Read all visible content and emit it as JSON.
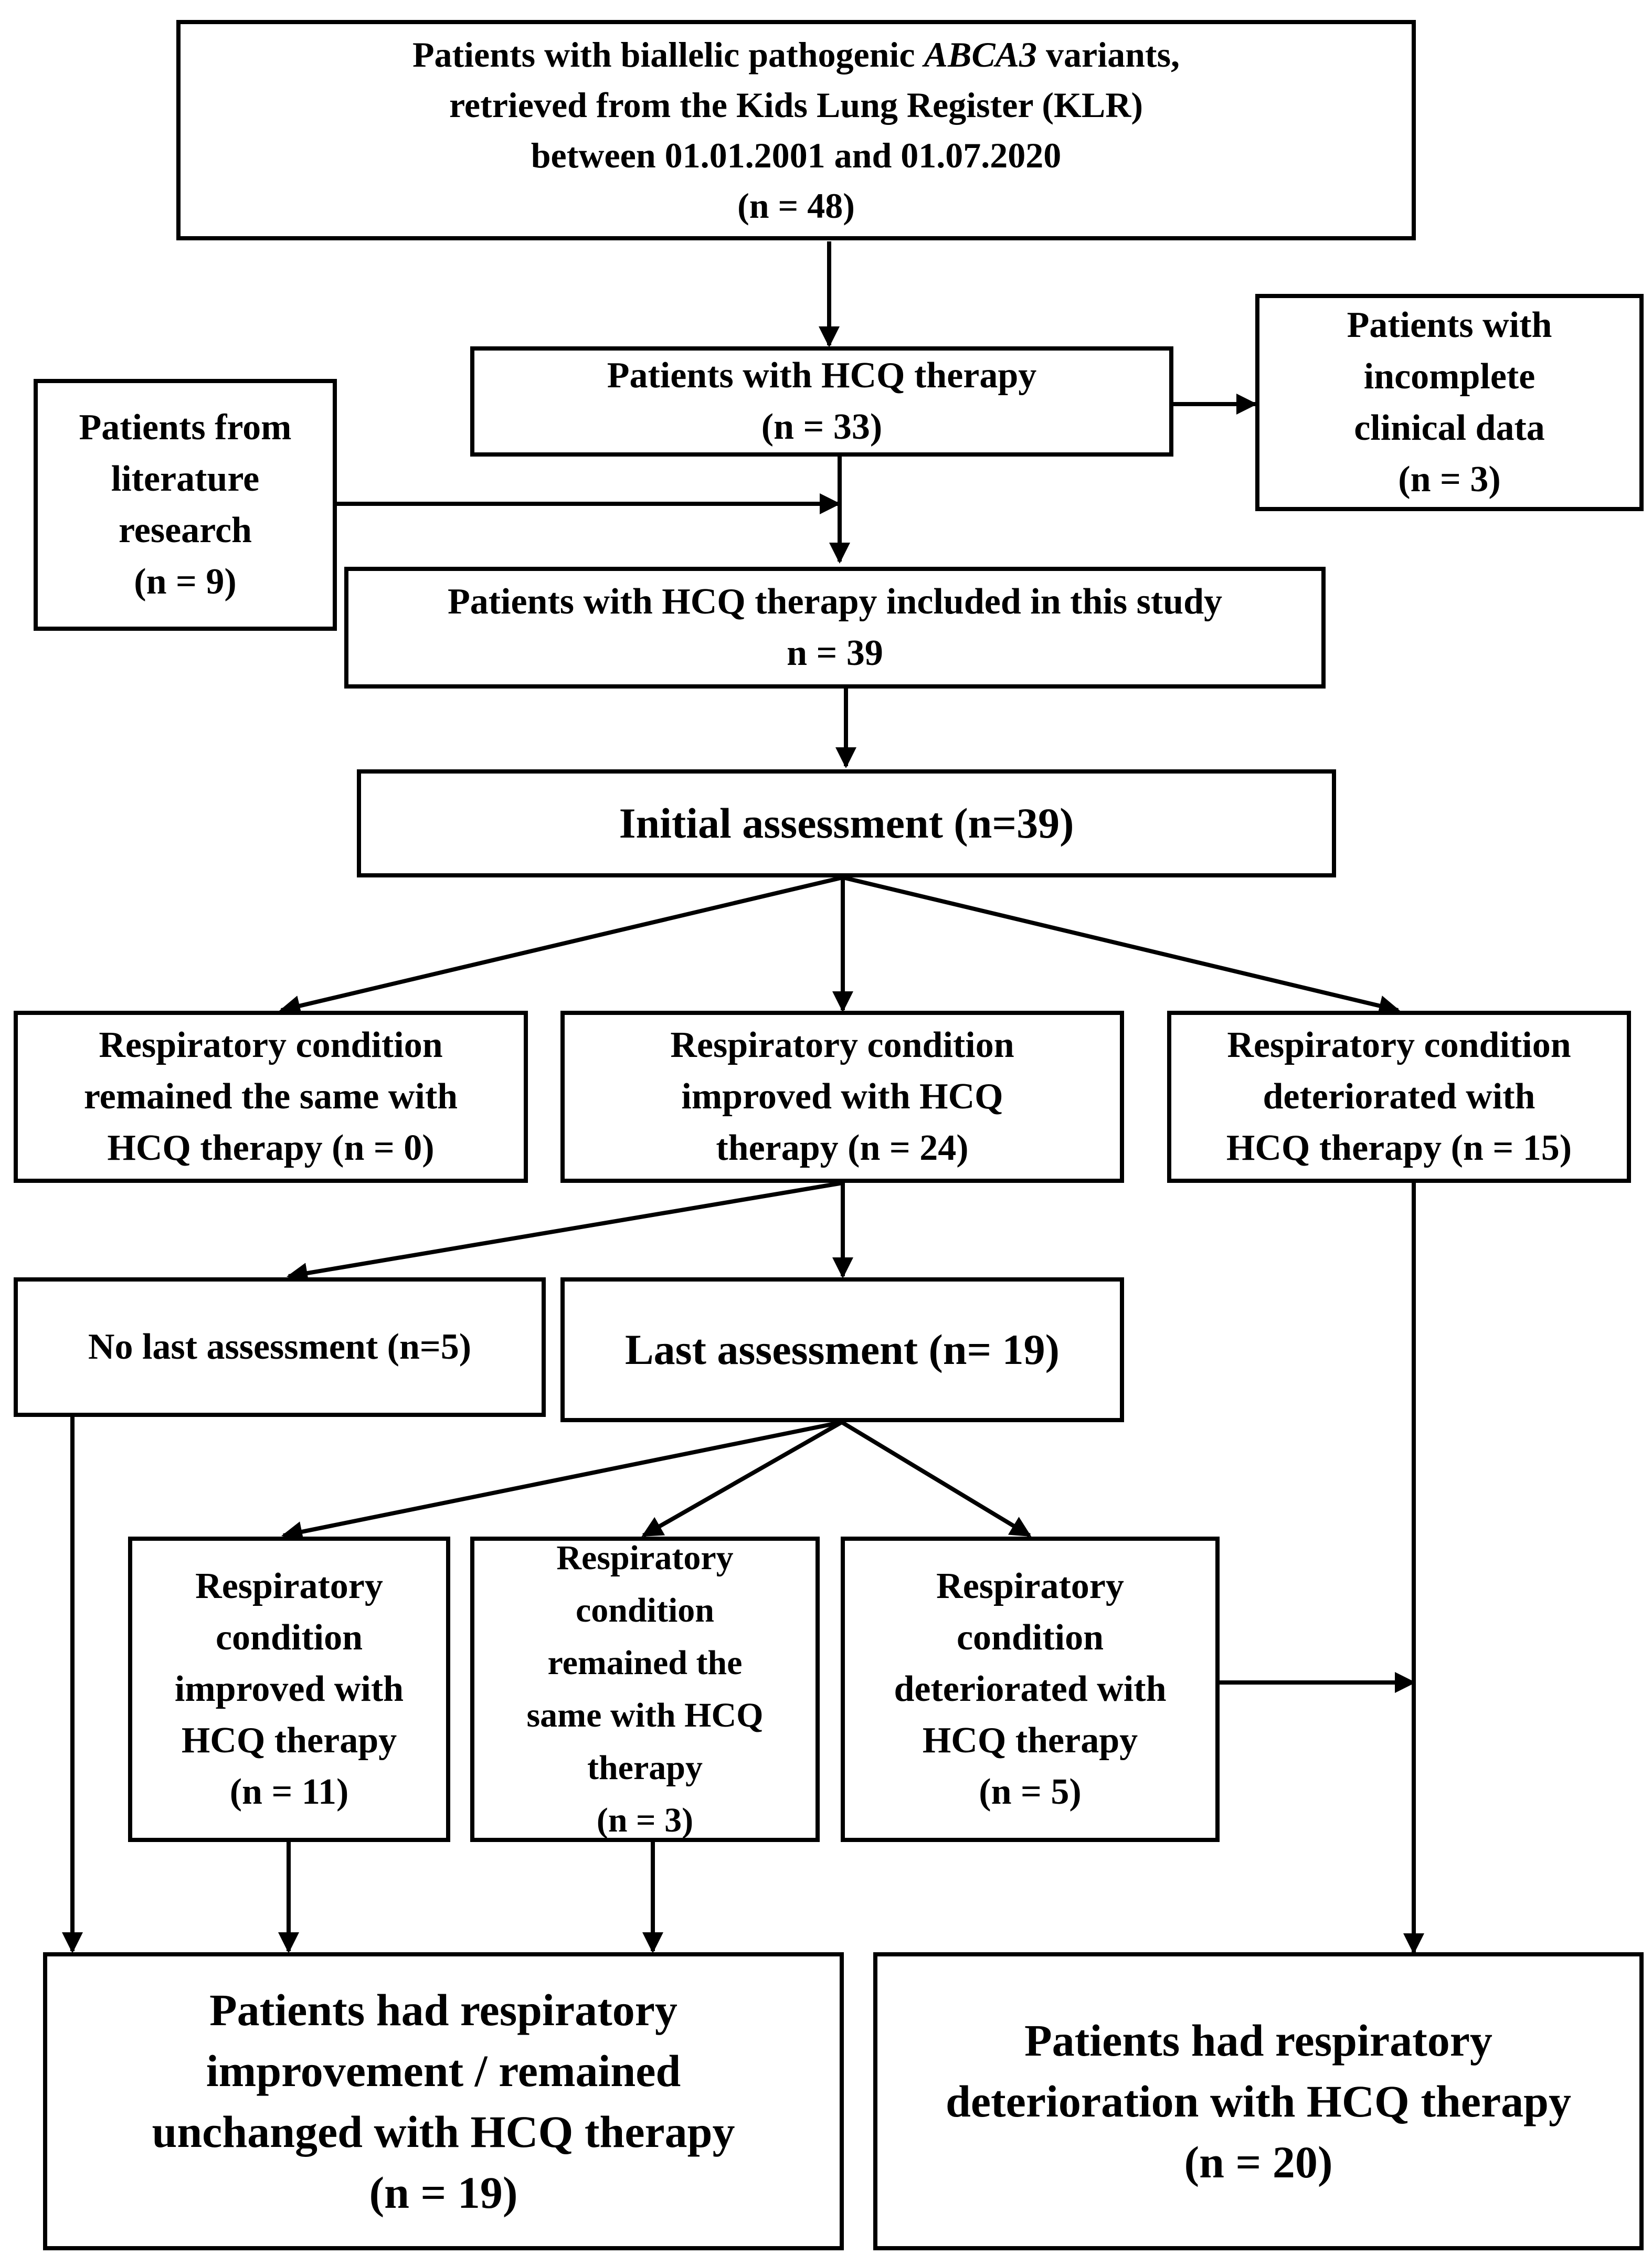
{
  "boxes": {
    "source": {
      "line1_pre": "Patients with biallelic pathogenic ",
      "line1_gene": "ABCA3",
      "line1_post": " variants,",
      "rest": "retrieved from the Kids Lung Register (KLR)\nbetween 01.01.2001 and 01.07.2020\n(n = 48)"
    },
    "hcq": "Patients with HCQ therapy\n(n = 33)",
    "incomplete": "Patients with\nincomplete\nclinical data\n(n = 3)",
    "literature": "Patients from\nliterature\nresearch\n(n = 9)",
    "included": "Patients with HCQ therapy included in this study\nn = 39",
    "initial": "Initial assessment (n=39)",
    "same_initial": "Respiratory condition\nremained the same with\nHCQ therapy (n = 0)",
    "improved_initial": "Respiratory condition\nimproved with HCQ\ntherapy (n = 24)",
    "deteriorated_initial": "Respiratory condition\ndeteriorated with\nHCQ therapy (n = 15)",
    "no_last": "No last assessment (n=5)",
    "last": "Last assessment (n= 19)",
    "improved_last": "Respiratory\ncondition\nimproved with\nHCQ therapy\n(n = 11)",
    "same_last": "Respiratory\ncondition\nremained the\nsame with HCQ\ntherapy\n(n = 3)",
    "deteriorated_last": "Respiratory\ncondition\ndeteriorated with\nHCQ therapy\n(n = 5)",
    "outcome_improved": "Patients had respiratory\nimprovement / remained\nunchanged with HCQ therapy\n(n = 19)",
    "outcome_deteriorated": "Patients had respiratory\ndeterioration with HCQ therapy\n(n = 20)"
  }
}
